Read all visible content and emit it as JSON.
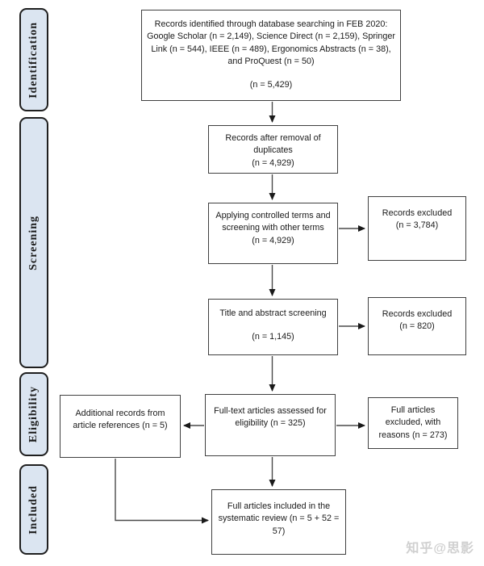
{
  "stages": [
    {
      "label": "Identification"
    },
    {
      "label": "Screening"
    },
    {
      "label": "Eligibility"
    },
    {
      "label": "Included"
    }
  ],
  "boxes": {
    "identified": {
      "text": "Records identified through database searching in FEB 2020: Google Scholar (n = 2,149), Science Direct (n = 2,159), Springer Link (n = 544), IEEE (n = 489), Ergonomics Abstracts (n = 38), and ProQuest (n = 50)",
      "count": "(n = 5,429)"
    },
    "dedup": {
      "text": "Records after removal of duplicates",
      "count": "(n = 4,929)"
    },
    "controlled": {
      "text": "Applying controlled terms and screening with other terms",
      "count": "(n = 4,929)"
    },
    "excluded1": {
      "text": "Records excluded",
      "count": "(n = 3,784)"
    },
    "title_abstract": {
      "text": "Title and abstract screening",
      "count": "(n = 1,145)"
    },
    "excluded2": {
      "text": "Records excluded",
      "count": "(n = 820)"
    },
    "fulltext": {
      "text": "Full-text articles assessed for eligibility (n = 325)"
    },
    "additional": {
      "text": "Additional records from article references (n = 5)"
    },
    "excluded3": {
      "text": "Full articles excluded, with reasons (n = 273)"
    },
    "included": {
      "text": "Full articles included in the systematic review (n = 5 + 52 = 57)"
    }
  },
  "colors": {
    "stage_fill": "#dbe5f1",
    "stage_border": "#1f1f1f",
    "box_border": "#404040",
    "arrow": "#4a4a4a",
    "text": "#1a1a1a"
  },
  "watermark": {
    "text": "知乎@思影"
  }
}
